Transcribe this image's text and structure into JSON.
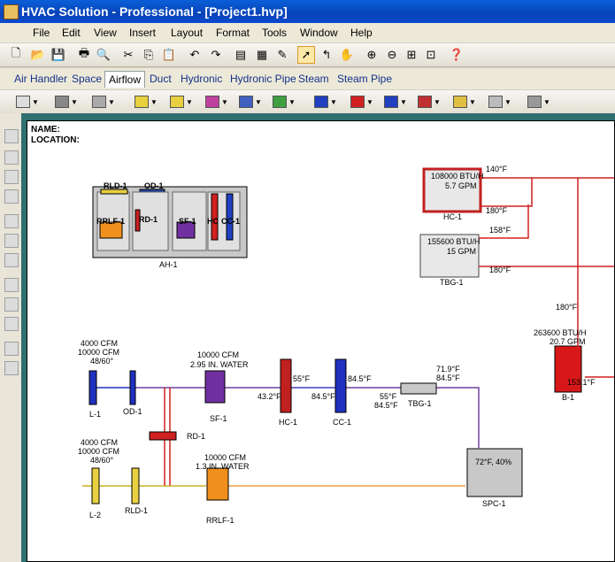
{
  "window": {
    "title": "HVAC Solution - Professional - [Project1.hvp]"
  },
  "menu": [
    "File",
    "Edit",
    "View",
    "Insert",
    "Layout",
    "Format",
    "Tools",
    "Window",
    "Help"
  ],
  "tabs": [
    {
      "label": "Air Handler"
    },
    {
      "label": "Space"
    },
    {
      "label": "Airflow",
      "active": true
    },
    {
      "label": "Duct"
    },
    {
      "label": "Hydronic"
    },
    {
      "label": "Hydronic Pipe"
    },
    {
      "label": "Steam"
    },
    {
      "label": "Steam Pipe"
    }
  ],
  "drawing": {
    "name_label": "NAME:",
    "location_label": "LOCATION:",
    "ah": {
      "name": "AH-1",
      "rld": "RLD-1",
      "od": "OD-1",
      "rrlf": "RRLF-1",
      "rd": "RD-1",
      "sf": "SF-1",
      "hc": "HC",
      "cc": "CC-1"
    },
    "hc1": {
      "btuh": "108000 BTU/H",
      "gpm": "5.7 GPM",
      "name": "HC-1",
      "t_in": "140°F",
      "t_out": "180°F"
    },
    "tbg1": {
      "btuh": "155600 BTU/H",
      "gpm": "15 GPM",
      "name": "TBG-1",
      "t_in": "158°F",
      "t_out": "180°F"
    },
    "boiler": {
      "t_top": "180°F",
      "btuh": "263600 BTU/H",
      "gpm": "20.7 GPM",
      "temp": "153.1°F",
      "name": "B-1"
    },
    "supply": {
      "l1_cfm1": "4000 CFM",
      "l1_cfm2": "10000 CFM",
      "l1_temp": "48/60°",
      "l1": "L-1",
      "od1": "OD-1",
      "sf_cfm": "10000 CFM",
      "sf_press": "2.95 IN. WATER",
      "sf": "SF-1",
      "t_432": "43.2°F",
      "hc": "HC-1",
      "t_55a": "55°F",
      "t_845a": "84.5°F",
      "cc": "CC-1",
      "t_845b": "84.5°F",
      "t_55b": "55°F",
      "t_845c": "84.5°F",
      "tbg": "TBG-1",
      "t_719": "71.9°F",
      "t_845d": "84.5°F",
      "rd1": "RD-1"
    },
    "ret": {
      "l2_cfm1": "4000 CFM",
      "l2_cfm2": "10000 CFM",
      "l2_temp": "48/60°",
      "l2": "L-2",
      "rld1": "RLD-1",
      "rrlf_cfm": "10000 CFM",
      "rrlf_press": "1.3 IN. WATER",
      "rrlf": "RRLF-1",
      "spc_temp": "72°F, 40%",
      "spc": "SPC-1"
    }
  }
}
